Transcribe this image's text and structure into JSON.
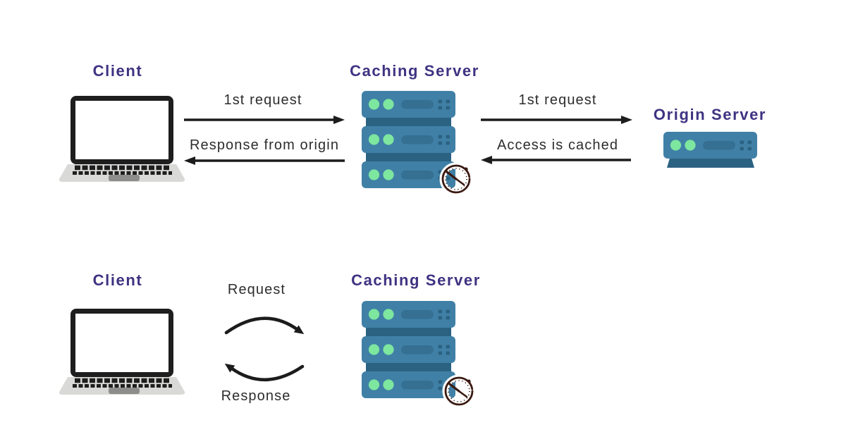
{
  "colors": {
    "heading_purple": "#3e3382",
    "label_dark": "#2d2d2d",
    "arrow_black": "#1c1c1c",
    "server_blue": "#4080a6",
    "server_dark_teal": "#2b6282",
    "led_green": "#7de69f",
    "laptop_gray": "#d9d9d7",
    "clock_brown": "#3a1a12",
    "background": "#ffffff"
  },
  "flow_first_request": {
    "client_label": "Client",
    "caching_server_label": "Caching Server",
    "origin_server_label": "Origin Server",
    "arrow_client_to_cache_label": "1st request",
    "arrow_cache_to_client_label": "Response from origin",
    "arrow_cache_to_origin_label": "1st request",
    "arrow_origin_to_cache_label": "Access is cached"
  },
  "flow_cached": {
    "client_label": "Client",
    "caching_server_label": "Caching Server",
    "request_label": "Request",
    "response_label": "Response"
  }
}
